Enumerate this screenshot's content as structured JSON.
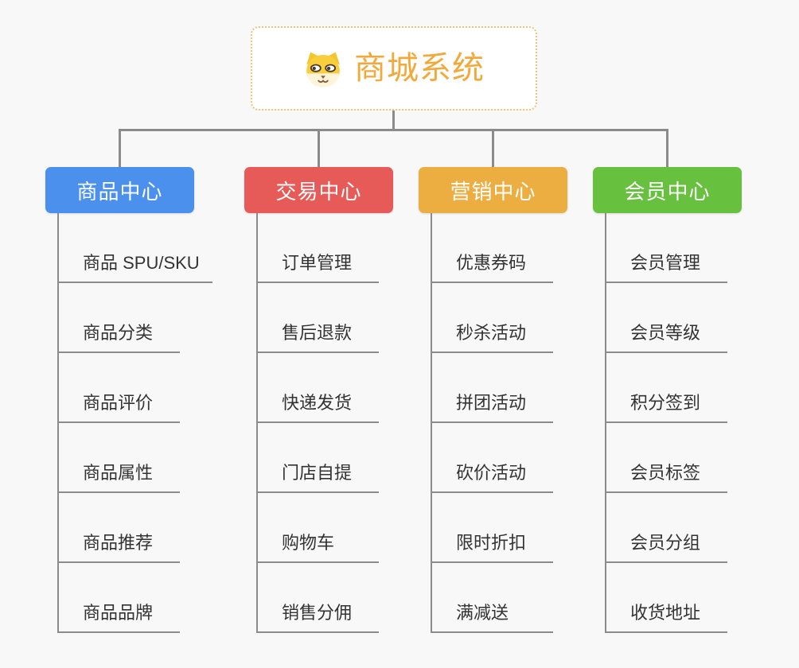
{
  "page": {
    "background_color": "#f8f8f8",
    "connector_color": "#8b8b8b"
  },
  "root": {
    "title": "商城系统",
    "icon": "dog-face-icon",
    "text_color": "#f2a93b",
    "border_color": "#f2c178"
  },
  "branches": [
    {
      "label": "商品中心",
      "color": "#4a90ec",
      "children": [
        "商品 SPU/SKU",
        "商品分类",
        "商品评价",
        "商品属性",
        "商品推荐",
        "商品品牌"
      ]
    },
    {
      "label": "交易中心",
      "color": "#e65b58",
      "children": [
        "订单管理",
        "售后退款",
        "快递发货",
        "门店自提",
        "购物车",
        "销售分佣"
      ]
    },
    {
      "label": "营销中心",
      "color": "#ecad41",
      "children": [
        "优惠券码",
        "秒杀活动",
        "拼团活动",
        "砍价活动",
        "限时折扣",
        "满减送"
      ]
    },
    {
      "label": "会员中心",
      "color": "#68c03f",
      "children": [
        "会员管理",
        "会员等级",
        "积分签到",
        "会员标签",
        "会员分组",
        "收货地址"
      ]
    }
  ]
}
